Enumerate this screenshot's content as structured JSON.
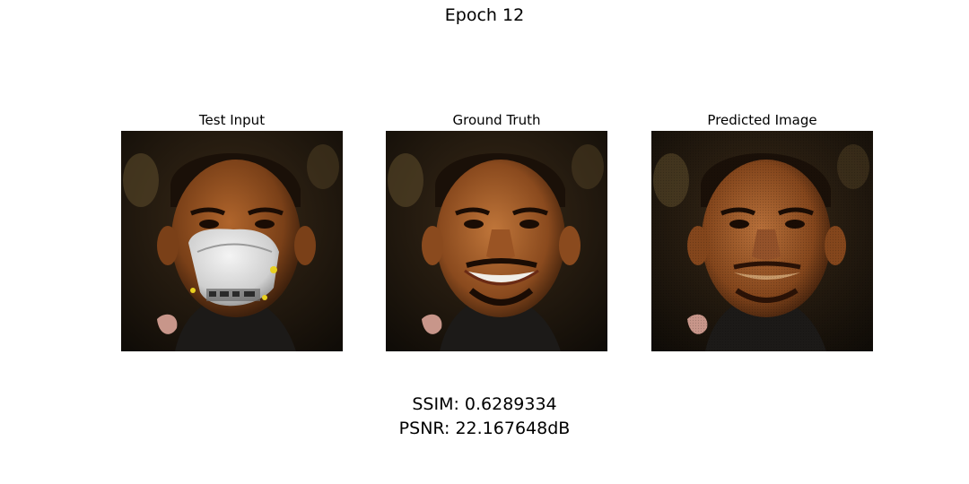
{
  "figure": {
    "title": "Epoch 12"
  },
  "panels": [
    {
      "title": "Test Input",
      "image": "face-with-mask-image"
    },
    {
      "title": "Ground Truth",
      "image": "face-smiling-image"
    },
    {
      "title": "Predicted Image",
      "image": "face-reconstructed-image"
    }
  ],
  "metrics": {
    "ssim": "SSIM: 0.6289334",
    "psnr": "PSNR: 22.167648dB"
  },
  "colors": {
    "background": "#ffffff",
    "text": "#000000"
  }
}
